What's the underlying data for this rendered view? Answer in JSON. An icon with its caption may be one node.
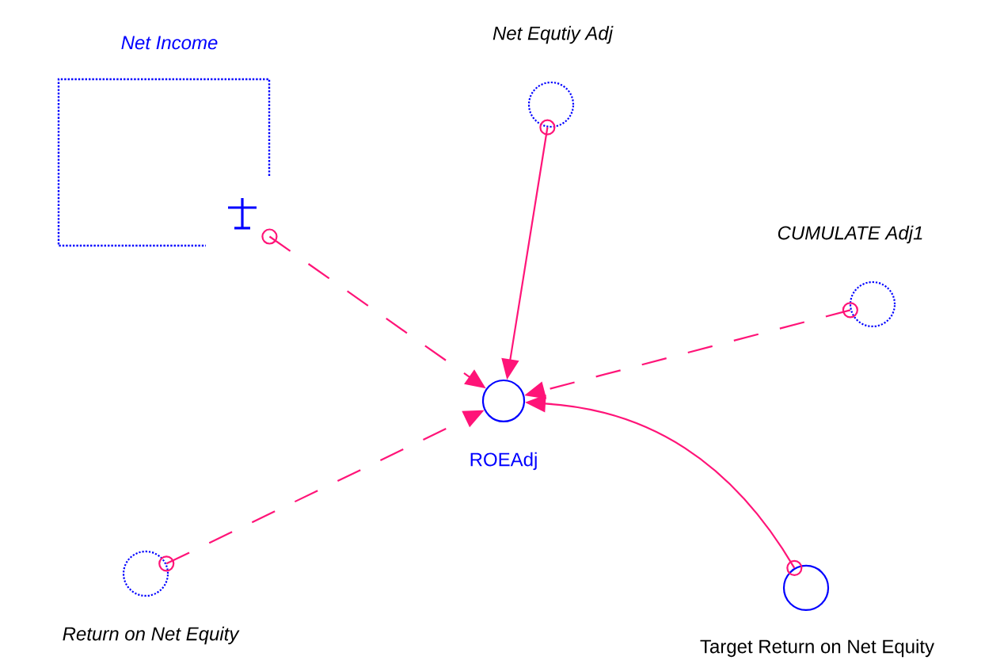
{
  "diagram": {
    "nodes": [
      {
        "text": [
          "Net Income"
        ]
      },
      {
        "text": [
          "Net Equtiy Adj"
        ]
      },
      {
        "text": [
          "CUMULATE Adj1"
        ]
      },
      {
        "text": [
          "ROEAdj"
        ]
      },
      {
        "text": [
          "Return on Net Equity"
        ]
      },
      {
        "text": [
          "Target Return on Net Equity"
        ]
      }
    ],
    "edges": [
      {
        "from": 0,
        "to": 3,
        "arrow": "to",
        "style": "dashed"
      },
      {
        "from": 1,
        "to": 3,
        "arrow": "to"
      },
      {
        "from": 2,
        "to": 3,
        "arrow": "to",
        "style": "dashed"
      },
      {
        "from": 4,
        "to": 3,
        "arrow": "to",
        "style": "dashed"
      },
      {
        "from": 5,
        "to": 3,
        "arrow": "to"
      }
    ]
  }
}
